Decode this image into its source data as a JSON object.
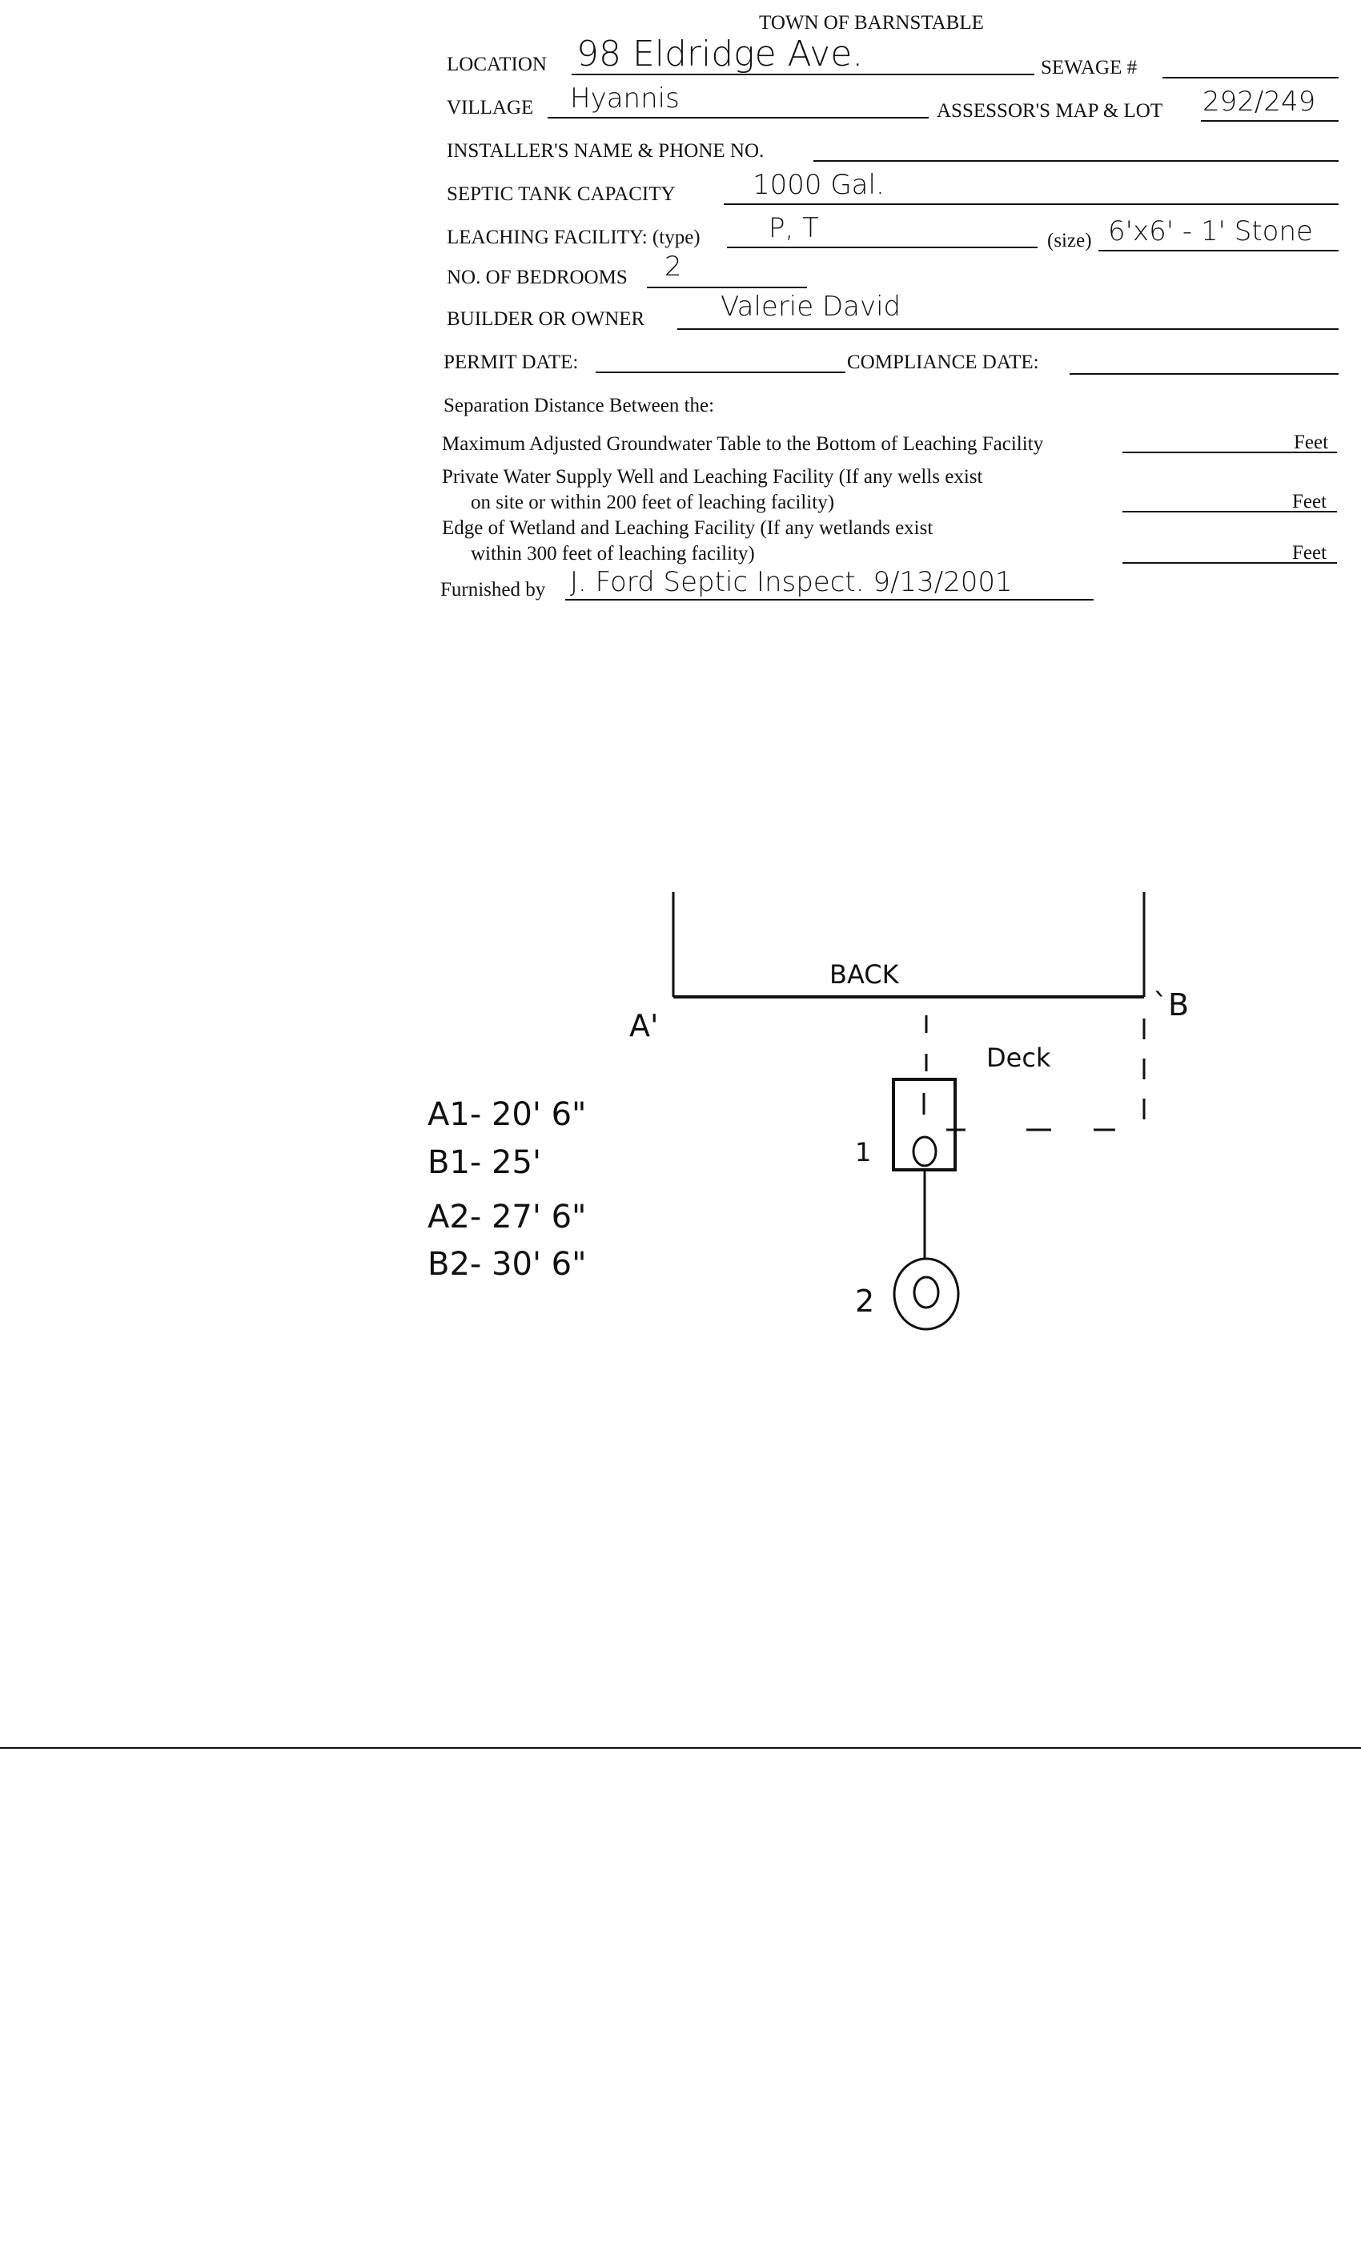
{
  "form": {
    "title": "TOWN OF BARNSTABLE",
    "location_label": "LOCATION",
    "location_value": "98  Eldridge  Ave.",
    "sewage_label": "SEWAGE #",
    "sewage_value": "",
    "village_label": "VILLAGE",
    "village_value": "Hyannis",
    "map_lot_label": "ASSESSOR'S MAP & LOT",
    "map_lot_value": "292/249",
    "installer_label": "INSTALLER'S NAME & PHONE NO.",
    "tank_label": "SEPTIC TANK CAPACITY",
    "tank_value": "1000  Gal.",
    "leaching_label": "LEACHING FACILITY: (type)",
    "leaching_type": "P, T",
    "size_label": "(size)",
    "size_value": "6'x6' - 1' Stone",
    "bedrooms_label": "NO. OF BEDROOMS",
    "bedrooms_value": "2",
    "owner_label": "BUILDER OR OWNER",
    "owner_value": "Valerie   David",
    "permit_label": "PERMIT DATE:",
    "compliance_label": "COMPLIANCE  DATE:",
    "separation_heading": "Separation Distance Between the:",
    "sep1": "Maximum Adjusted Groundwater Table to the Bottom of Leaching Facility",
    "sep2a": "Private Water Supply Well and Leaching Facility  (If any wells exist",
    "sep2b": "on site or within 200 feet of leaching facility)",
    "sep3a": "Edge of Wetland and Leaching Facility (If any wetlands exist",
    "sep3b": "within 300 feet of leaching facility)",
    "feet": "Feet",
    "furnished_label": "Furnished by",
    "furnished_value": "J. Ford     Septic Inspect.   9/13/2001"
  },
  "sketch": {
    "back": "BACK",
    "deck": "Deck",
    "point_a": "A'",
    "point_b": "`B",
    "tank_num": "1",
    "tank_inner": "1",
    "pit_num": "2",
    "measurements": [
      "A1-  20' 6\"",
      "B1-  25'",
      "A2-  27' 6\"",
      "B2-  30' 6\""
    ]
  }
}
